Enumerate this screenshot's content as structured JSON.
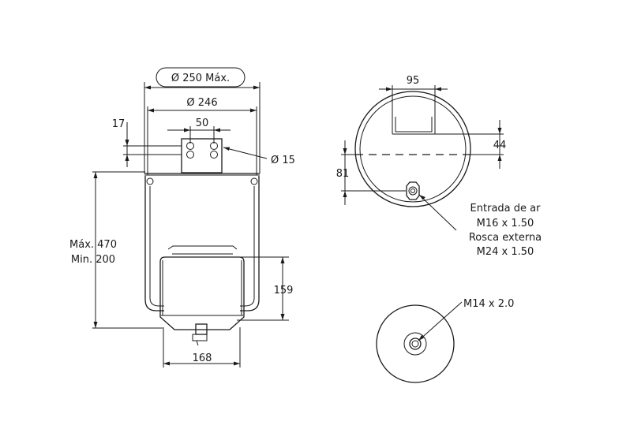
{
  "drawing": {
    "side_view": {
      "max_diameter_label": "Ø 250 Máx.",
      "diameter_label": "Ø 246",
      "bolt_spacing_label": "50",
      "bolt_offset_label": "17",
      "hole_diameter_label": "Ø 15",
      "height_max_label": "Máx. 470",
      "height_min_label": "Min. 200",
      "piston_height_label": "159",
      "piston_width_label": "168"
    },
    "top_view": {
      "width_label": "95",
      "offset_label": "44",
      "inlet_offset_label": "81",
      "inlet_note_lines": [
        "Entrada de ar",
        "M16 x 1.50",
        "Rosca externa",
        "M24 x 1.50"
      ]
    },
    "bottom_view": {
      "thread_label": "M14 x 2.0"
    }
  }
}
